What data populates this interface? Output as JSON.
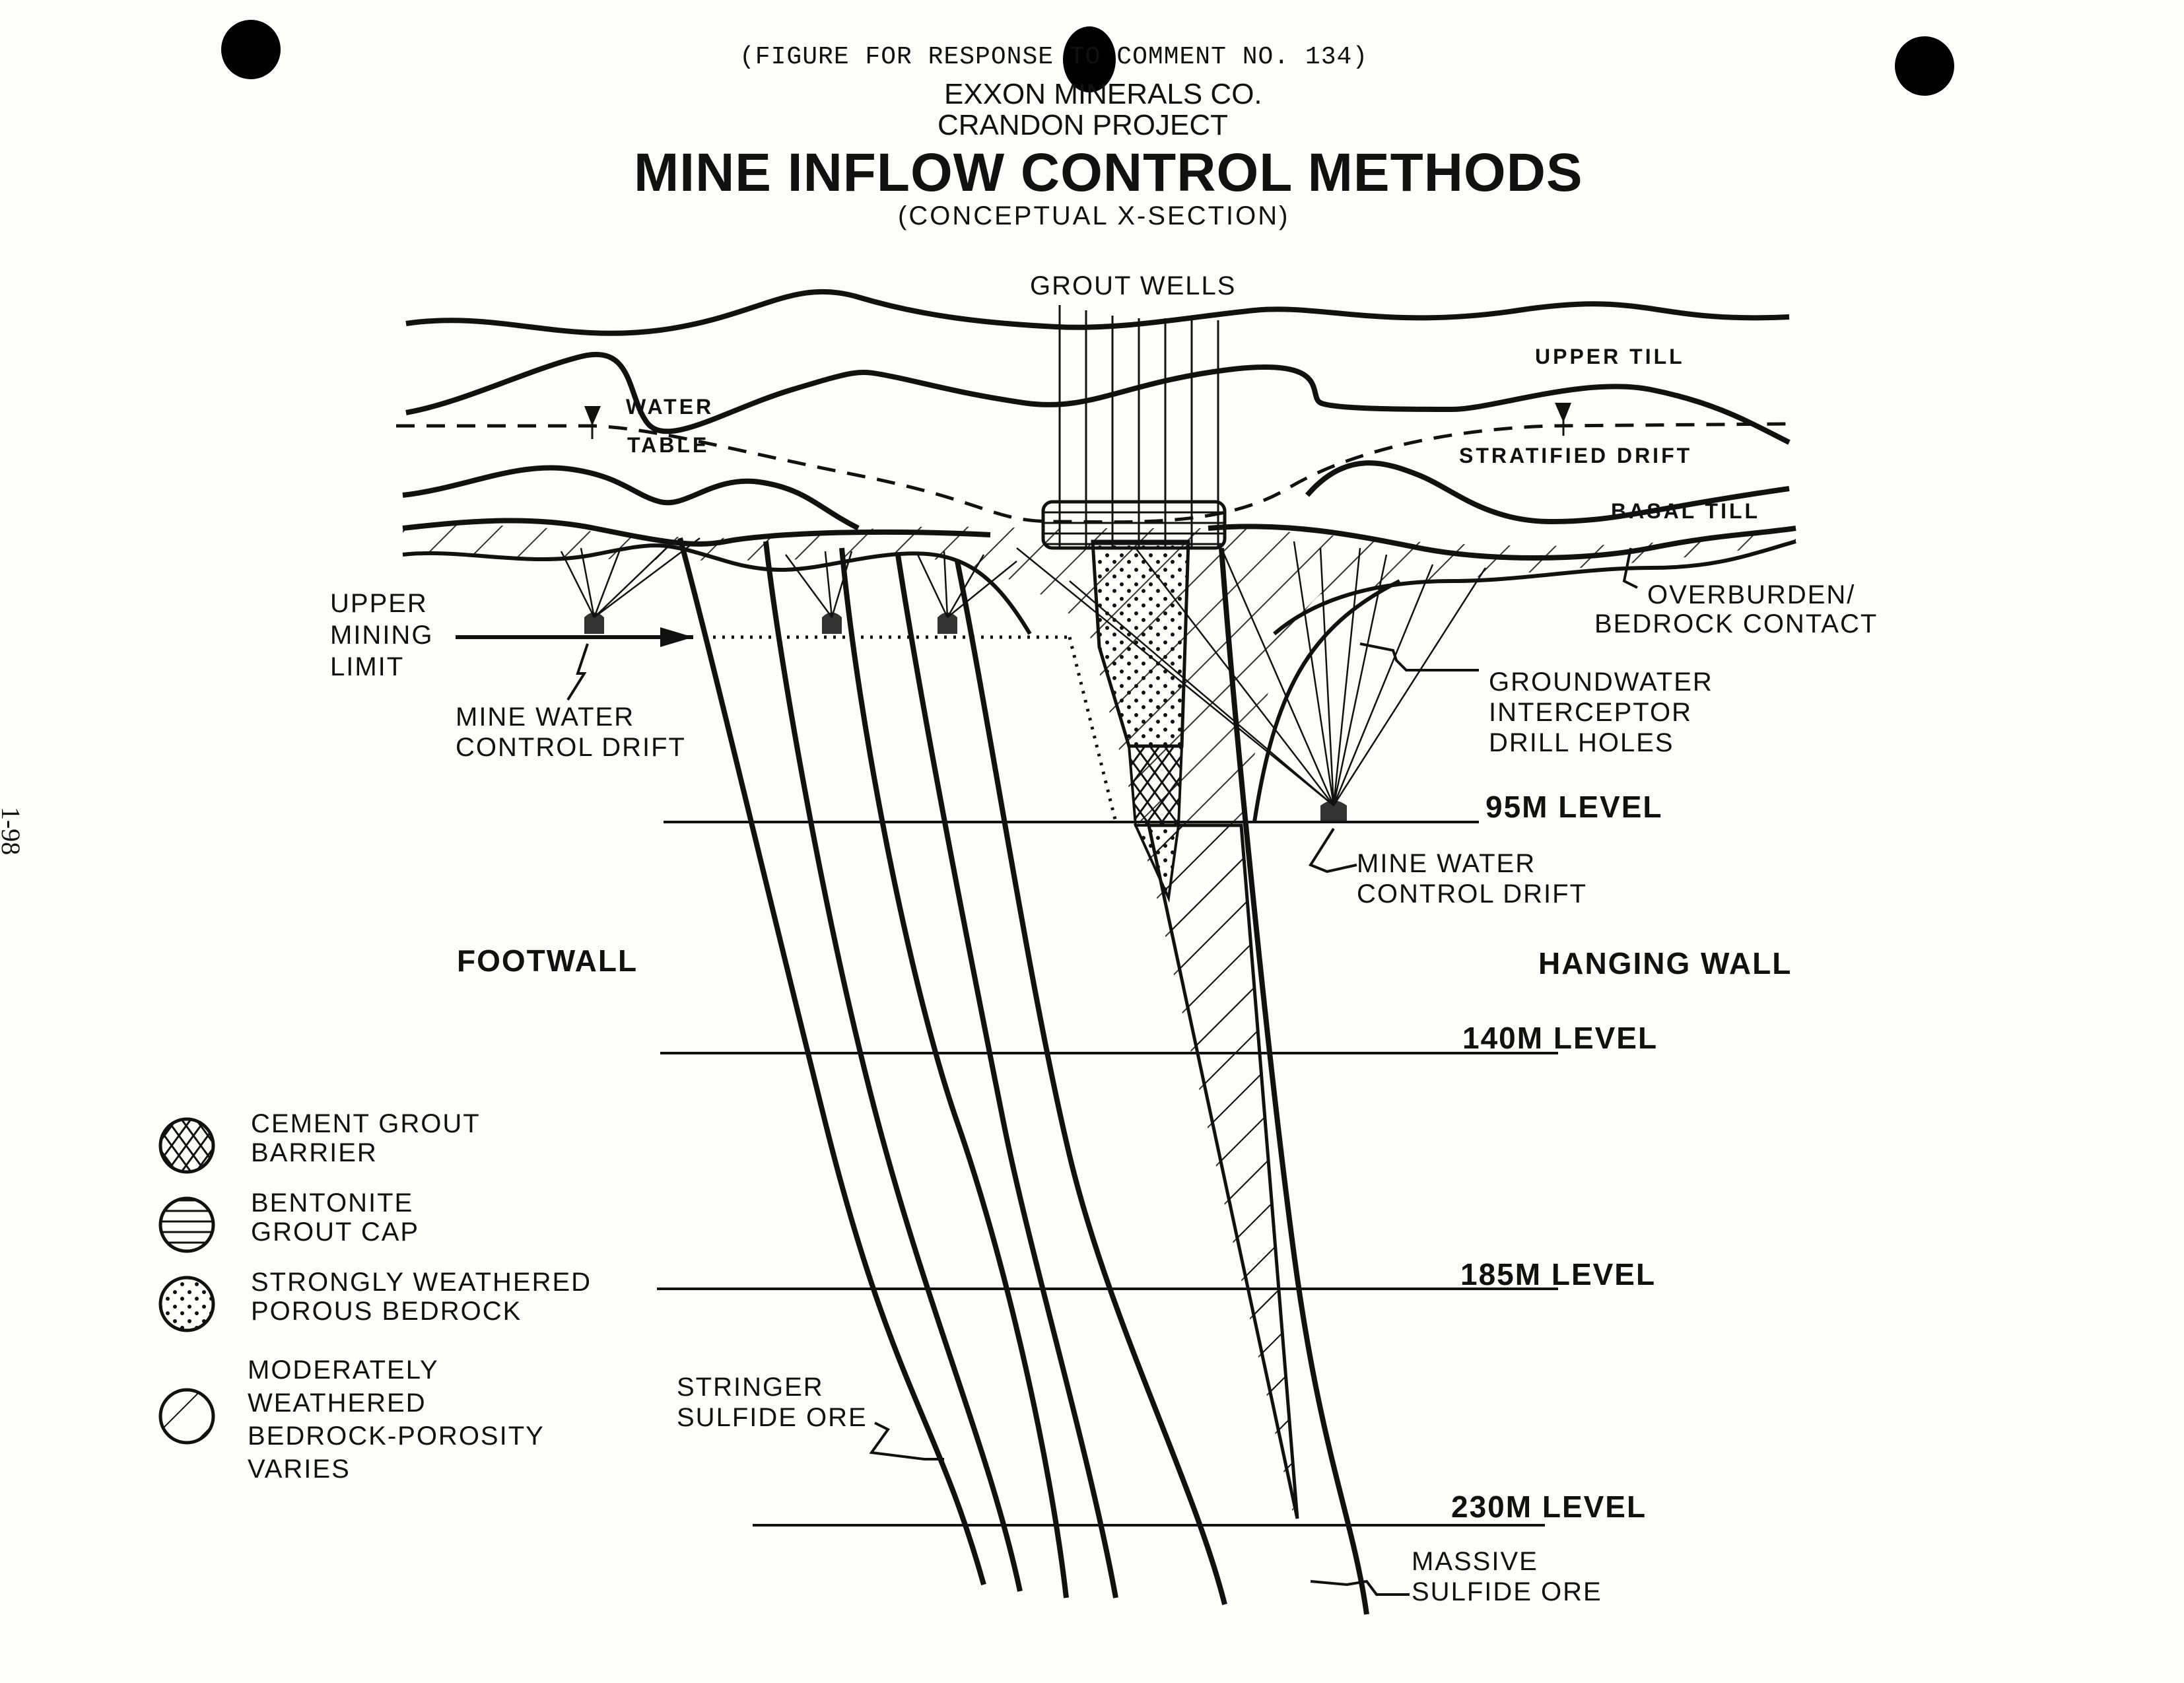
{
  "header": {
    "note": "(FIGURE FOR RESPONSE TO COMMENT NO. 134)",
    "company": "EXXON MINERALS CO.",
    "project": "CRANDON PROJECT",
    "title": "MINE INFLOW CONTROL METHODS",
    "subtitle": "(CONCEPTUAL X-SECTION)"
  },
  "page_number": "1-98",
  "labels": {
    "grout_wells": "GROUT WELLS",
    "upper_till": "UPPER TILL",
    "water_table_1": "WATER",
    "water_table_2": "TABLE",
    "stratified_drift": "STRATIFIED DRIFT",
    "basal_till": "BASAL TILL",
    "overburden_contact_1": "OVERBURDEN/",
    "overburden_contact_2": "BEDROCK CONTACT",
    "upper_mining_limit_1": "UPPER",
    "upper_mining_limit_2": "MINING",
    "upper_mining_limit_3": "LIMIT",
    "mine_water_drift_left_1": "MINE WATER",
    "mine_water_drift_left_2": "CONTROL DRIFT",
    "interceptor_1": "GROUNDWATER",
    "interceptor_2": "INTERCEPTOR",
    "interceptor_3": "DRILL HOLES",
    "mine_water_drift_right_1": "MINE WATER",
    "mine_water_drift_right_2": "CONTROL DRIFT",
    "footwall": "FOOTWALL",
    "hanging_wall": "HANGING WALL",
    "stringer_1": "STRINGER",
    "stringer_2": "SULFIDE ORE",
    "massive_1": "MASSIVE",
    "massive_2": "SULFIDE ORE"
  },
  "levels": [
    {
      "label": "95M LEVEL",
      "depth_m": 95
    },
    {
      "label": "140M LEVEL",
      "depth_m": 140
    },
    {
      "label": "185M LEVEL",
      "depth_m": 185
    },
    {
      "label": "230M LEVEL",
      "depth_m": 230
    }
  ],
  "legend": [
    {
      "pattern": "cement-grout-barrier",
      "line1": "CEMENT GROUT",
      "line2": "BARRIER"
    },
    {
      "pattern": "bentonite-grout-cap",
      "line1": "BENTONITE",
      "line2": "GROUT CAP"
    },
    {
      "pattern": "strongly-weathered",
      "line1": "STRONGLY WEATHERED",
      "line2": "POROUS BEDROCK"
    },
    {
      "pattern": "moderately-weathered",
      "line1": "MODERATELY",
      "line2": "WEATHERED",
      "line3": "BEDROCK-POROSITY",
      "line4": "VARIES"
    }
  ],
  "colors": {
    "ink": "#111111",
    "paper": "#fdfdfb"
  }
}
